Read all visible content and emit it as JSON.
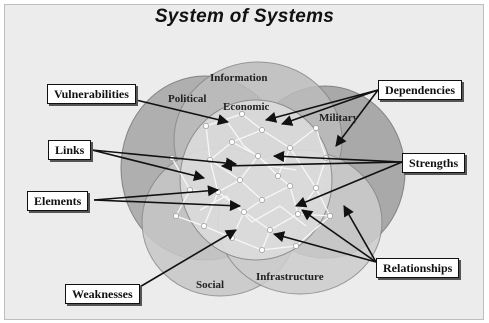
{
  "title": "System of Systems",
  "domains": {
    "information": "Information",
    "political": "Political",
    "economic": "Economic",
    "military": "Military",
    "social": "Social",
    "infrastructure": "Infrastructure"
  },
  "callouts": {
    "vulnerabilities": "Vulnerabilities",
    "links": "Links",
    "elements": "Elements",
    "weaknesses": "Weaknesses",
    "dependencies": "Dependencies",
    "strengths": "Strengths",
    "relationships": "Relationships"
  },
  "colors": {
    "background": "#ececec",
    "sphere_dark": "#9a9a9a",
    "sphere_mid": "#b4b4b4",
    "sphere_light": "#d2d2d2",
    "network": "#f4f4f4",
    "arrows": "#111111"
  }
}
